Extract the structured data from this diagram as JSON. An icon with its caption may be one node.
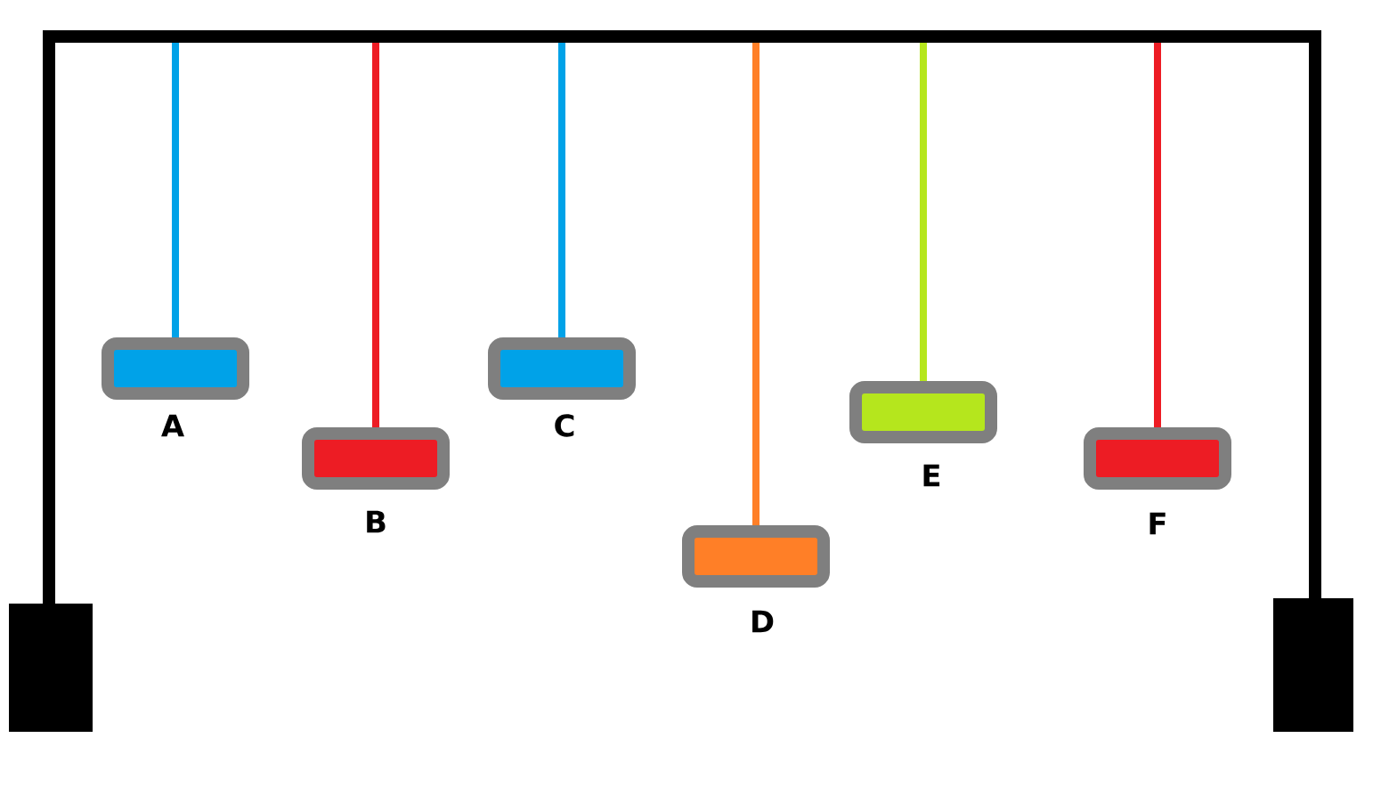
{
  "diagram": {
    "nodes": [
      {
        "text": [],
        "shape": "bar"
      },
      {
        "text": [
          "A"
        ]
      },
      {
        "text": [
          "B"
        ]
      },
      {
        "text": [
          "C"
        ]
      },
      {
        "text": [
          "D"
        ]
      },
      {
        "text": [
          "E"
        ]
      },
      {
        "text": [
          "F"
        ]
      }
    ],
    "edges": [
      {
        "from": 0,
        "to": 1,
        "arrow": "none",
        "color": "#00a2e8"
      },
      {
        "from": 0,
        "to": 2,
        "arrow": "none",
        "color": "#ed1c24"
      },
      {
        "from": 0,
        "to": 3,
        "arrow": "none",
        "color": "#00a2e8"
      },
      {
        "from": 0,
        "to": 4,
        "arrow": "none",
        "color": "#ff7f27"
      },
      {
        "from": 0,
        "to": 5,
        "arrow": "none",
        "color": "#b5e61d"
      },
      {
        "from": 0,
        "to": 6,
        "arrow": "none",
        "color": "#ed1c24"
      }
    ]
  }
}
